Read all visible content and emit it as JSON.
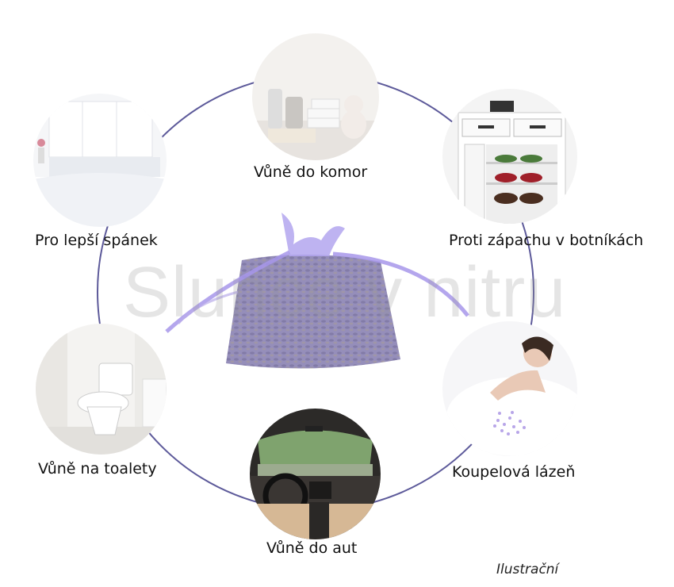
{
  "labels": {
    "top": "Vůně do komor",
    "top_right": "Proti zápachu v botníkách",
    "bottom_right": "Koupelová lázeň",
    "bottom": "Vůně do aut",
    "bottom_left": "Vůně na toalety",
    "top_left": "Pro lepší spánek"
  },
  "watermark": "Slunce v nitru",
  "footnote": "Ilustrační",
  "colors": {
    "ring": "#5d5a9a",
    "sachet": "#9b8fd8"
  }
}
